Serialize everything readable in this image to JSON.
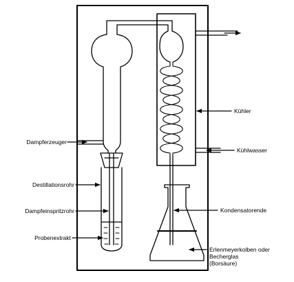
{
  "labels": {
    "dampferzeuger": "Dampferzeuger",
    "destillationsrohr": "Destillationsrohr",
    "dampfeinspritzrohr": "Dampfeinspritzrohr",
    "probenextrakt": "Probenextrakt",
    "kuehler": "Kühler",
    "kuehlwasser": "Kühlwasser",
    "kondensatorende": "Kondensatorende",
    "erlenmeyer_line1": "Erlenmeyerkolben oder",
    "erlenmeyer_line2": "Becherglas",
    "erlenmeyer_line3": "(Borsäure)"
  }
}
